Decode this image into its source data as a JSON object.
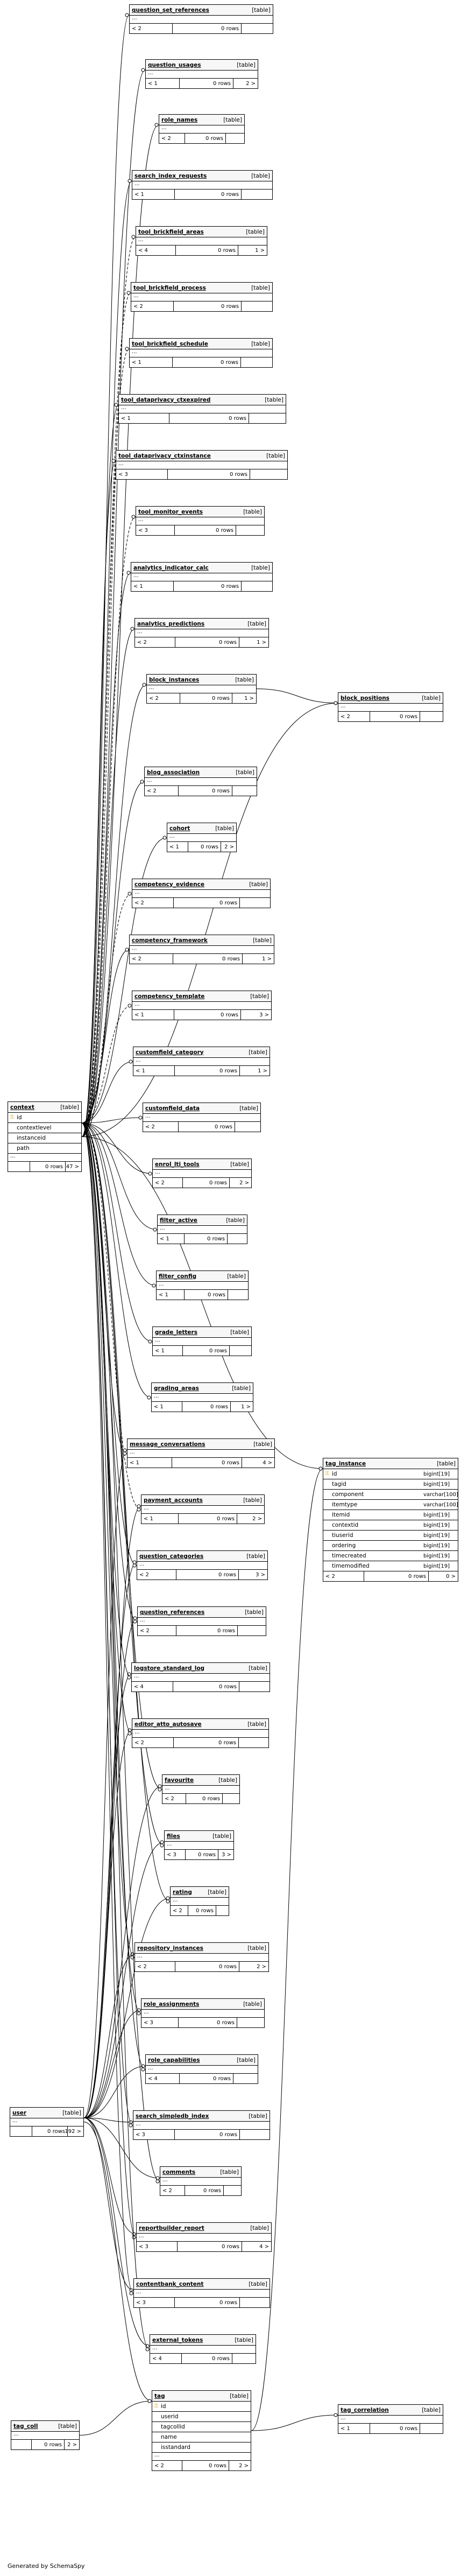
{
  "diagram": {
    "generator_note": "Generated by SchemaSpy",
    "tables": [
      {
        "name": "question_set_references",
        "type": "[table]",
        "columns": [],
        "ellipsis": "...",
        "left": "< 2",
        "rows": "0 rows",
        "right": ""
      },
      {
        "name": "question_usages",
        "type": "[table]",
        "columns": [],
        "ellipsis": "...",
        "left": "< 1",
        "rows": "0 rows",
        "right": "2 >"
      },
      {
        "name": "role_names",
        "type": "[table]",
        "columns": [],
        "ellipsis": "...",
        "left": "< 2",
        "rows": "0 rows",
        "right": ""
      },
      {
        "name": "search_index_requests",
        "type": "[table]",
        "columns": [],
        "ellipsis": "...",
        "left": "< 1",
        "rows": "0 rows",
        "right": ""
      },
      {
        "name": "tool_brickfield_areas",
        "type": "[table]",
        "columns": [],
        "ellipsis": "...",
        "left": "< 4",
        "rows": "0 rows",
        "right": "1 >"
      },
      {
        "name": "tool_brickfield_process",
        "type": "[table]",
        "columns": [],
        "ellipsis": "...",
        "left": "< 2",
        "rows": "0 rows",
        "right": ""
      },
      {
        "name": "tool_brickfield_schedule",
        "type": "[table]",
        "columns": [],
        "ellipsis": "...",
        "left": "< 1",
        "rows": "0 rows",
        "right": ""
      },
      {
        "name": "tool_dataprivacy_ctxexpired",
        "type": "[table]",
        "columns": [],
        "ellipsis": "...",
        "left": "< 1",
        "rows": "0 rows",
        "right": ""
      },
      {
        "name": "tool_dataprivacy_ctxinstance",
        "type": "[table]",
        "columns": [],
        "ellipsis": "...",
        "left": "< 3",
        "rows": "0 rows",
        "right": ""
      },
      {
        "name": "tool_monitor_events",
        "type": "[table]",
        "columns": [],
        "ellipsis": "...",
        "left": "< 3",
        "rows": "0 rows",
        "right": ""
      },
      {
        "name": "analytics_indicator_calc",
        "type": "[table]",
        "columns": [],
        "ellipsis": "...",
        "left": "< 1",
        "rows": "0 rows",
        "right": ""
      },
      {
        "name": "analytics_predictions",
        "type": "[table]",
        "columns": [],
        "ellipsis": "...",
        "left": "< 2",
        "rows": "0 rows",
        "right": "1 >"
      },
      {
        "name": "block_instances",
        "type": "[table]",
        "columns": [],
        "ellipsis": "...",
        "left": "< 2",
        "rows": "0 rows",
        "right": "1 >"
      },
      {
        "name": "block_positions",
        "type": "[table]",
        "columns": [],
        "ellipsis": "...",
        "left": "< 2",
        "rows": "0 rows",
        "right": ""
      },
      {
        "name": "blog_association",
        "type": "[table]",
        "columns": [],
        "ellipsis": "...",
        "left": "< 2",
        "rows": "0 rows",
        "right": ""
      },
      {
        "name": "cohort",
        "type": "[table]",
        "columns": [],
        "ellipsis": "...",
        "left": "< 1",
        "rows": "0 rows",
        "right": "2 >"
      },
      {
        "name": "competency_evidence",
        "type": "[table]",
        "columns": [],
        "ellipsis": "...",
        "left": "< 2",
        "rows": "0 rows",
        "right": ""
      },
      {
        "name": "competency_framework",
        "type": "[table]",
        "columns": [],
        "ellipsis": "...",
        "left": "< 2",
        "rows": "0 rows",
        "right": "1 >"
      },
      {
        "name": "competency_template",
        "type": "[table]",
        "columns": [],
        "ellipsis": "...",
        "left": "< 1",
        "rows": "0 rows",
        "right": "3 >"
      },
      {
        "name": "customfield_category",
        "type": "[table]",
        "columns": [],
        "ellipsis": "...",
        "left": "< 1",
        "rows": "0 rows",
        "right": "1 >"
      },
      {
        "name": "context",
        "type": "[table]",
        "columns": [
          {
            "name": "id",
            "type": "",
            "key": true
          },
          {
            "name": "contextlevel",
            "type": "",
            "key": false
          },
          {
            "name": "instanceid",
            "type": "",
            "key": false
          },
          {
            "name": "path",
            "type": "",
            "key": false
          }
        ],
        "ellipsis": "...",
        "left": "",
        "rows": "0 rows",
        "right": "47 >"
      },
      {
        "name": "customfield_data",
        "type": "[table]",
        "columns": [],
        "ellipsis": "...",
        "left": "< 2",
        "rows": "0 rows",
        "right": ""
      },
      {
        "name": "enrol_lti_tools",
        "type": "[table]",
        "columns": [],
        "ellipsis": "...",
        "left": "< 2",
        "rows": "0 rows",
        "right": "2 >"
      },
      {
        "name": "filter_active",
        "type": "[table]",
        "columns": [],
        "ellipsis": "...",
        "left": "< 1",
        "rows": "0 rows",
        "right": ""
      },
      {
        "name": "filter_config",
        "type": "[table]",
        "columns": [],
        "ellipsis": "...",
        "left": "< 1",
        "rows": "0 rows",
        "right": ""
      },
      {
        "name": "grade_letters",
        "type": "[table]",
        "columns": [],
        "ellipsis": "...",
        "left": "< 1",
        "rows": "0 rows",
        "right": ""
      },
      {
        "name": "grading_areas",
        "type": "[table]",
        "columns": [],
        "ellipsis": "...",
        "left": "< 1",
        "rows": "0 rows",
        "right": "1 >"
      },
      {
        "name": "message_conversations",
        "type": "[table]",
        "columns": [],
        "ellipsis": "...",
        "left": "< 1",
        "rows": "0 rows",
        "right": "4 >"
      },
      {
        "name": "tag_instance",
        "type": "[table]",
        "columns": [
          {
            "name": "id",
            "type": "bigint[19]",
            "key": true
          },
          {
            "name": "tagid",
            "type": "bigint[19]",
            "key": false
          },
          {
            "name": "component",
            "type": "varchar[100]",
            "key": false
          },
          {
            "name": "itemtype",
            "type": "varchar[100]",
            "key": false
          },
          {
            "name": "itemid",
            "type": "bigint[19]",
            "key": false
          },
          {
            "name": "contextid",
            "type": "bigint[19]",
            "key": false
          },
          {
            "name": "tiuserid",
            "type": "bigint[19]",
            "key": false
          },
          {
            "name": "ordering",
            "type": "bigint[19]",
            "key": false
          },
          {
            "name": "timecreated",
            "type": "bigint[19]",
            "key": false
          },
          {
            "name": "timemodified",
            "type": "bigint[19]",
            "key": false
          }
        ],
        "ellipsis": "",
        "left": "< 2",
        "rows": "0 rows",
        "right": "0 >"
      },
      {
        "name": "payment_accounts",
        "type": "[table]",
        "columns": [],
        "ellipsis": "...",
        "left": "< 1",
        "rows": "0 rows",
        "right": "2 >"
      },
      {
        "name": "question_categories",
        "type": "[table]",
        "columns": [],
        "ellipsis": "...",
        "left": "< 2",
        "rows": "0 rows",
        "right": "3 >"
      },
      {
        "name": "question_references",
        "type": "[table]",
        "columns": [],
        "ellipsis": "...",
        "left": "< 2",
        "rows": "0 rows",
        "right": ""
      },
      {
        "name": "logstore_standard_log",
        "type": "[table]",
        "columns": [],
        "ellipsis": "...",
        "left": "< 4",
        "rows": "0 rows",
        "right": ""
      },
      {
        "name": "editor_atto_autosave",
        "type": "[table]",
        "columns": [],
        "ellipsis": "...",
        "left": "< 2",
        "rows": "0 rows",
        "right": ""
      },
      {
        "name": "favourite",
        "type": "[table]",
        "columns": [],
        "ellipsis": "...",
        "left": "< 2",
        "rows": "0 rows",
        "right": ""
      },
      {
        "name": "files",
        "type": "[table]",
        "columns": [],
        "ellipsis": "...",
        "left": "< 3",
        "rows": "0 rows",
        "right": "3 >"
      },
      {
        "name": "rating",
        "type": "[table]",
        "columns": [],
        "ellipsis": "...",
        "left": "< 2",
        "rows": "0 rows",
        "right": ""
      },
      {
        "name": "repository_instances",
        "type": "[table]",
        "columns": [],
        "ellipsis": "...",
        "left": "< 2",
        "rows": "0 rows",
        "right": "2 >"
      },
      {
        "name": "role_assignments",
        "type": "[table]",
        "columns": [],
        "ellipsis": "...",
        "left": "< 3",
        "rows": "0 rows",
        "right": ""
      },
      {
        "name": "role_capabilities",
        "type": "[table]",
        "columns": [],
        "ellipsis": "...",
        "left": "< 4",
        "rows": "0 rows",
        "right": ""
      },
      {
        "name": "user",
        "type": "[table]",
        "columns": [],
        "ellipsis": "...",
        "left": "",
        "rows": "0 rows",
        "right": "192 >"
      },
      {
        "name": "search_simpledb_index",
        "type": "[table]",
        "columns": [],
        "ellipsis": "...",
        "left": "< 3",
        "rows": "0 rows",
        "right": ""
      },
      {
        "name": "comments",
        "type": "[table]",
        "columns": [],
        "ellipsis": "...",
        "left": "< 2",
        "rows": "0 rows",
        "right": ""
      },
      {
        "name": "reportbuilder_report",
        "type": "[table]",
        "columns": [],
        "ellipsis": "...",
        "left": "< 3",
        "rows": "0 rows",
        "right": "4 >"
      },
      {
        "name": "contentbank_content",
        "type": "[table]",
        "columns": [],
        "ellipsis": "...",
        "left": "< 3",
        "rows": "0 rows",
        "right": ""
      },
      {
        "name": "external_tokens",
        "type": "[table]",
        "columns": [],
        "ellipsis": "...",
        "left": "< 4",
        "rows": "0 rows",
        "right": ""
      },
      {
        "name": "tag",
        "type": "[table]",
        "columns": [
          {
            "name": "id",
            "type": "",
            "key": true
          },
          {
            "name": "userid",
            "type": "",
            "key": false
          },
          {
            "name": "tagcollid",
            "type": "",
            "key": false
          },
          {
            "name": "name",
            "type": "",
            "key": false
          },
          {
            "name": "isstandard",
            "type": "",
            "key": false
          }
        ],
        "ellipsis": "...",
        "left": "< 2",
        "rows": "0 rows",
        "right": "2 >"
      },
      {
        "name": "tag_correlation",
        "type": "[table]",
        "columns": [],
        "ellipsis": "...",
        "left": "< 1",
        "rows": "0 rows",
        "right": ""
      },
      {
        "name": "tag_coll",
        "type": "[table]",
        "columns": [],
        "ellipsis": "...",
        "left": "",
        "rows": "0 rows",
        "right": "2 >"
      }
    ],
    "relationships": [
      {
        "from": "question_set_references",
        "to": "context",
        "style": "solid"
      },
      {
        "from": "question_usages",
        "to": "context",
        "style": "solid"
      },
      {
        "from": "role_names",
        "to": "context",
        "style": "solid"
      },
      {
        "from": "search_index_requests",
        "to": "context",
        "style": "solid"
      },
      {
        "from": "tool_brickfield_areas",
        "to": "context",
        "style": "dashed"
      },
      {
        "from": "tool_brickfield_process",
        "to": "context",
        "style": "dashed"
      },
      {
        "from": "tool_brickfield_schedule",
        "to": "context",
        "style": "dashed"
      },
      {
        "from": "tool_dataprivacy_ctxexpired",
        "to": "context",
        "style": "solid"
      },
      {
        "from": "tool_dataprivacy_ctxinstance",
        "to": "context",
        "style": "solid"
      },
      {
        "from": "tool_monitor_events",
        "to": "context",
        "style": "dashed"
      },
      {
        "from": "analytics_indicator_calc",
        "to": "context",
        "style": "solid"
      },
      {
        "from": "analytics_predictions",
        "to": "context",
        "style": "solid"
      },
      {
        "from": "block_instances",
        "to": "context",
        "style": "solid"
      },
      {
        "from": "block_positions",
        "to": "block_instances",
        "style": "solid"
      },
      {
        "from": "block_positions",
        "to": "context",
        "style": "solid"
      },
      {
        "from": "tag_instance",
        "to": "context",
        "style": "solid"
      },
      {
        "from": "tag_instance",
        "to": "tag",
        "style": "solid"
      },
      {
        "from": "tag_correlation",
        "to": "tag",
        "style": "solid"
      },
      {
        "from": "tag",
        "to": "tag_coll",
        "style": "solid"
      },
      {
        "from": "tag",
        "to": "user",
        "style": "solid"
      }
    ]
  }
}
